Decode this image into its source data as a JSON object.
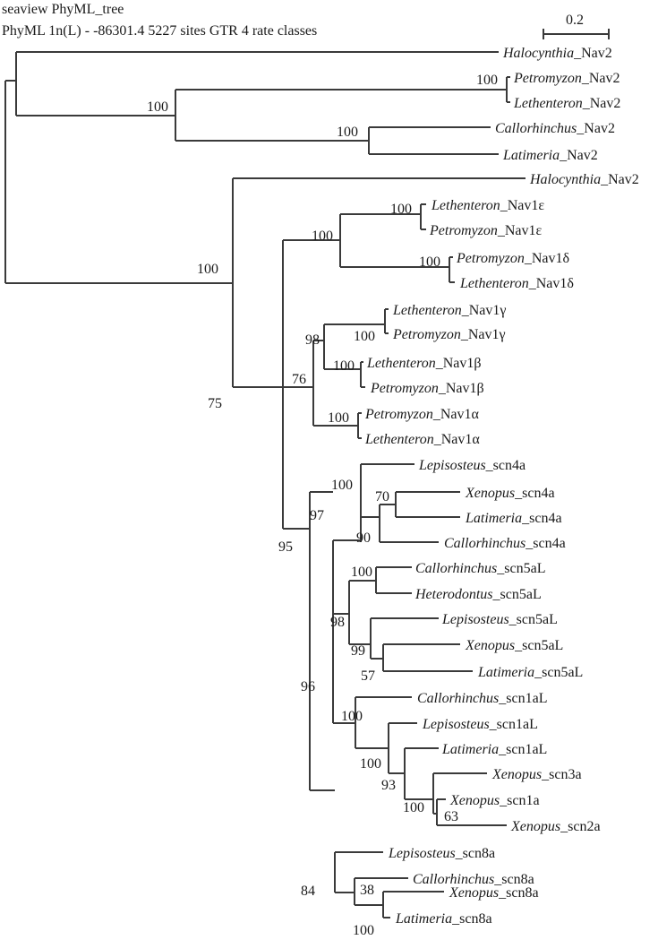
{
  "header": {
    "title": "seaview PhyML_tree",
    "subtitle": "PhyML 1n(L) - -86301.4 5227 sites GTR 4 rate classes"
  },
  "scale_bar": {
    "label": "0.2"
  },
  "taxa": [
    {
      "genus": "Halocynthia",
      "gene": "_Nav2"
    },
    {
      "genus": "Petromyzon",
      "gene": "_Nav2"
    },
    {
      "genus": "Lethenteron",
      "gene": "_Nav2"
    },
    {
      "genus": "Callorhinchus",
      "gene": "_Nav2"
    },
    {
      "genus": "Latimeria",
      "gene": "_Nav2"
    },
    {
      "genus": "Halocynthia",
      "gene": "_Nav2"
    },
    {
      "genus": "Lethenteron",
      "gene": "_Nav1ε"
    },
    {
      "genus": "Petromyzon",
      "gene": "_Nav1ε"
    },
    {
      "genus": "Petromyzon",
      "gene": "_Nav1δ"
    },
    {
      "genus": "Lethenteron",
      "gene": "_Nav1δ"
    },
    {
      "genus": "Lethenteron",
      "gene": "_Nav1γ"
    },
    {
      "genus": "Petromyzon",
      "gene": "_Nav1γ"
    },
    {
      "genus": "Lethenteron",
      "gene": "_Nav1β"
    },
    {
      "genus": "Petromyzon",
      "gene": "_Nav1β"
    },
    {
      "genus": "Petromyzon",
      "gene": "_Nav1α"
    },
    {
      "genus": "Lethenteron",
      "gene": "_Nav1α"
    },
    {
      "genus": "Lepisosteus",
      "gene": "_scn4a"
    },
    {
      "genus": "Xenopus",
      "gene": "_scn4a"
    },
    {
      "genus": "Latimeria",
      "gene": "_scn4a"
    },
    {
      "genus": "Callorhinchus",
      "gene": "_scn4a"
    },
    {
      "genus": "Callorhinchus",
      "gene": "_scn5aL"
    },
    {
      "genus": "Heterodontus",
      "gene": "_scn5aL"
    },
    {
      "genus": "Lepisosteus",
      "gene": "_scn5aL"
    },
    {
      "genus": "Xenopus",
      "gene": "_scn5aL"
    },
    {
      "genus": "Latimeria",
      "gene": "_scn5aL"
    },
    {
      "genus": "Callorhinchus",
      "gene": "_scn1aL"
    },
    {
      "genus": "Lepisosteus",
      "gene": "_scn1aL"
    },
    {
      "genus": "Latimeria",
      "gene": "_scn1aL"
    },
    {
      "genus": "Xenopus",
      "gene": "_scn3a"
    },
    {
      "genus": "Xenopus",
      "gene": "_scn1a"
    },
    {
      "genus": "Xenopus",
      "gene": "_scn2a"
    },
    {
      "genus": "Lepisosteus",
      "gene": "_scn8a"
    },
    {
      "genus": "Callorhinchus",
      "gene": "_scn8a"
    },
    {
      "genus": "Xenopus",
      "gene": "_scn8a"
    },
    {
      "genus": "Latimeria",
      "gene": "_scn8a"
    }
  ],
  "support_values": [
    "100",
    "100",
    "100",
    "100",
    "100",
    "100",
    "100",
    "75",
    "100",
    "98",
    "76",
    "100",
    "100",
    "95",
    "97",
    "100",
    "70",
    "90",
    "100",
    "98",
    "99",
    "57",
    "96",
    "100",
    "100",
    "93",
    "100",
    "63",
    "84",
    "38",
    "100"
  ]
}
